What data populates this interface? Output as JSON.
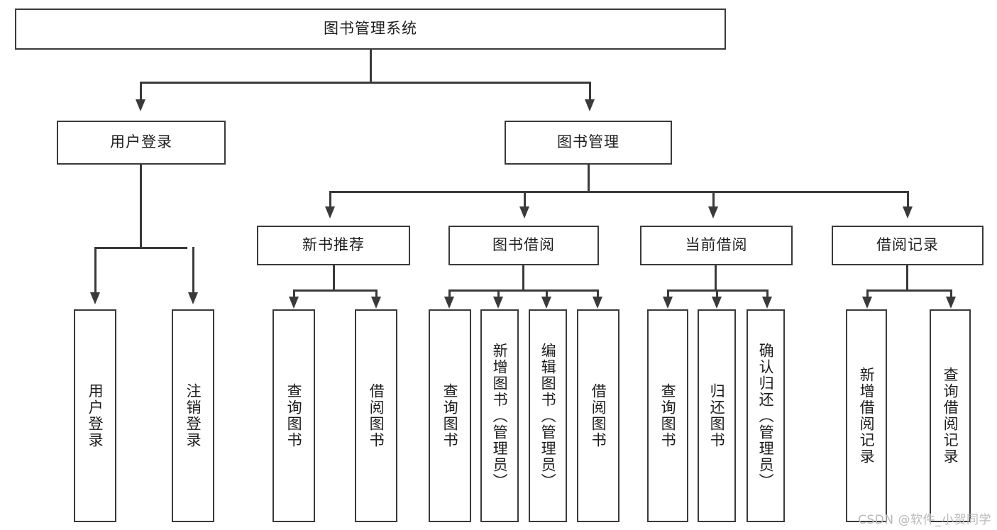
{
  "diagram": {
    "type": "tree-hierarchy-chart",
    "title": "图书管理系统",
    "orientation": "top-down",
    "colors": {
      "stroke": "#3a3a3a",
      "fill": "#ffffff",
      "text": "#1d1d1d",
      "watermark": "#b9b9b9"
    }
  },
  "root": {
    "label": "图书管理系统"
  },
  "level2": [
    {
      "label": "用户登录"
    },
    {
      "label": "图书管理"
    }
  ],
  "level3": [
    {
      "label": "新书推荐"
    },
    {
      "label": "图书借阅"
    },
    {
      "label": "当前借阅"
    },
    {
      "label": "借阅记录"
    }
  ],
  "leaves": {
    "user_login": [
      {
        "label": "用户登录"
      },
      {
        "label": "注销登录"
      }
    ],
    "new_book": [
      {
        "label": "查询图书"
      },
      {
        "label": "借阅图书"
      }
    ],
    "book_borrow": [
      {
        "label": "查询图书"
      },
      {
        "label": "新增图书（管理员）"
      },
      {
        "label": "编辑图书（管理员）"
      },
      {
        "label": "借阅图书"
      }
    ],
    "current_borrow": [
      {
        "label": "查询图书"
      },
      {
        "label": "归还图书"
      },
      {
        "label": "确认归还（管理员）"
      }
    ],
    "borrow_record": [
      {
        "label": "新增借阅记录"
      },
      {
        "label": "查询借阅记录"
      }
    ]
  },
  "watermark": {
    "text": "CSDN @软件_小贺同学"
  }
}
